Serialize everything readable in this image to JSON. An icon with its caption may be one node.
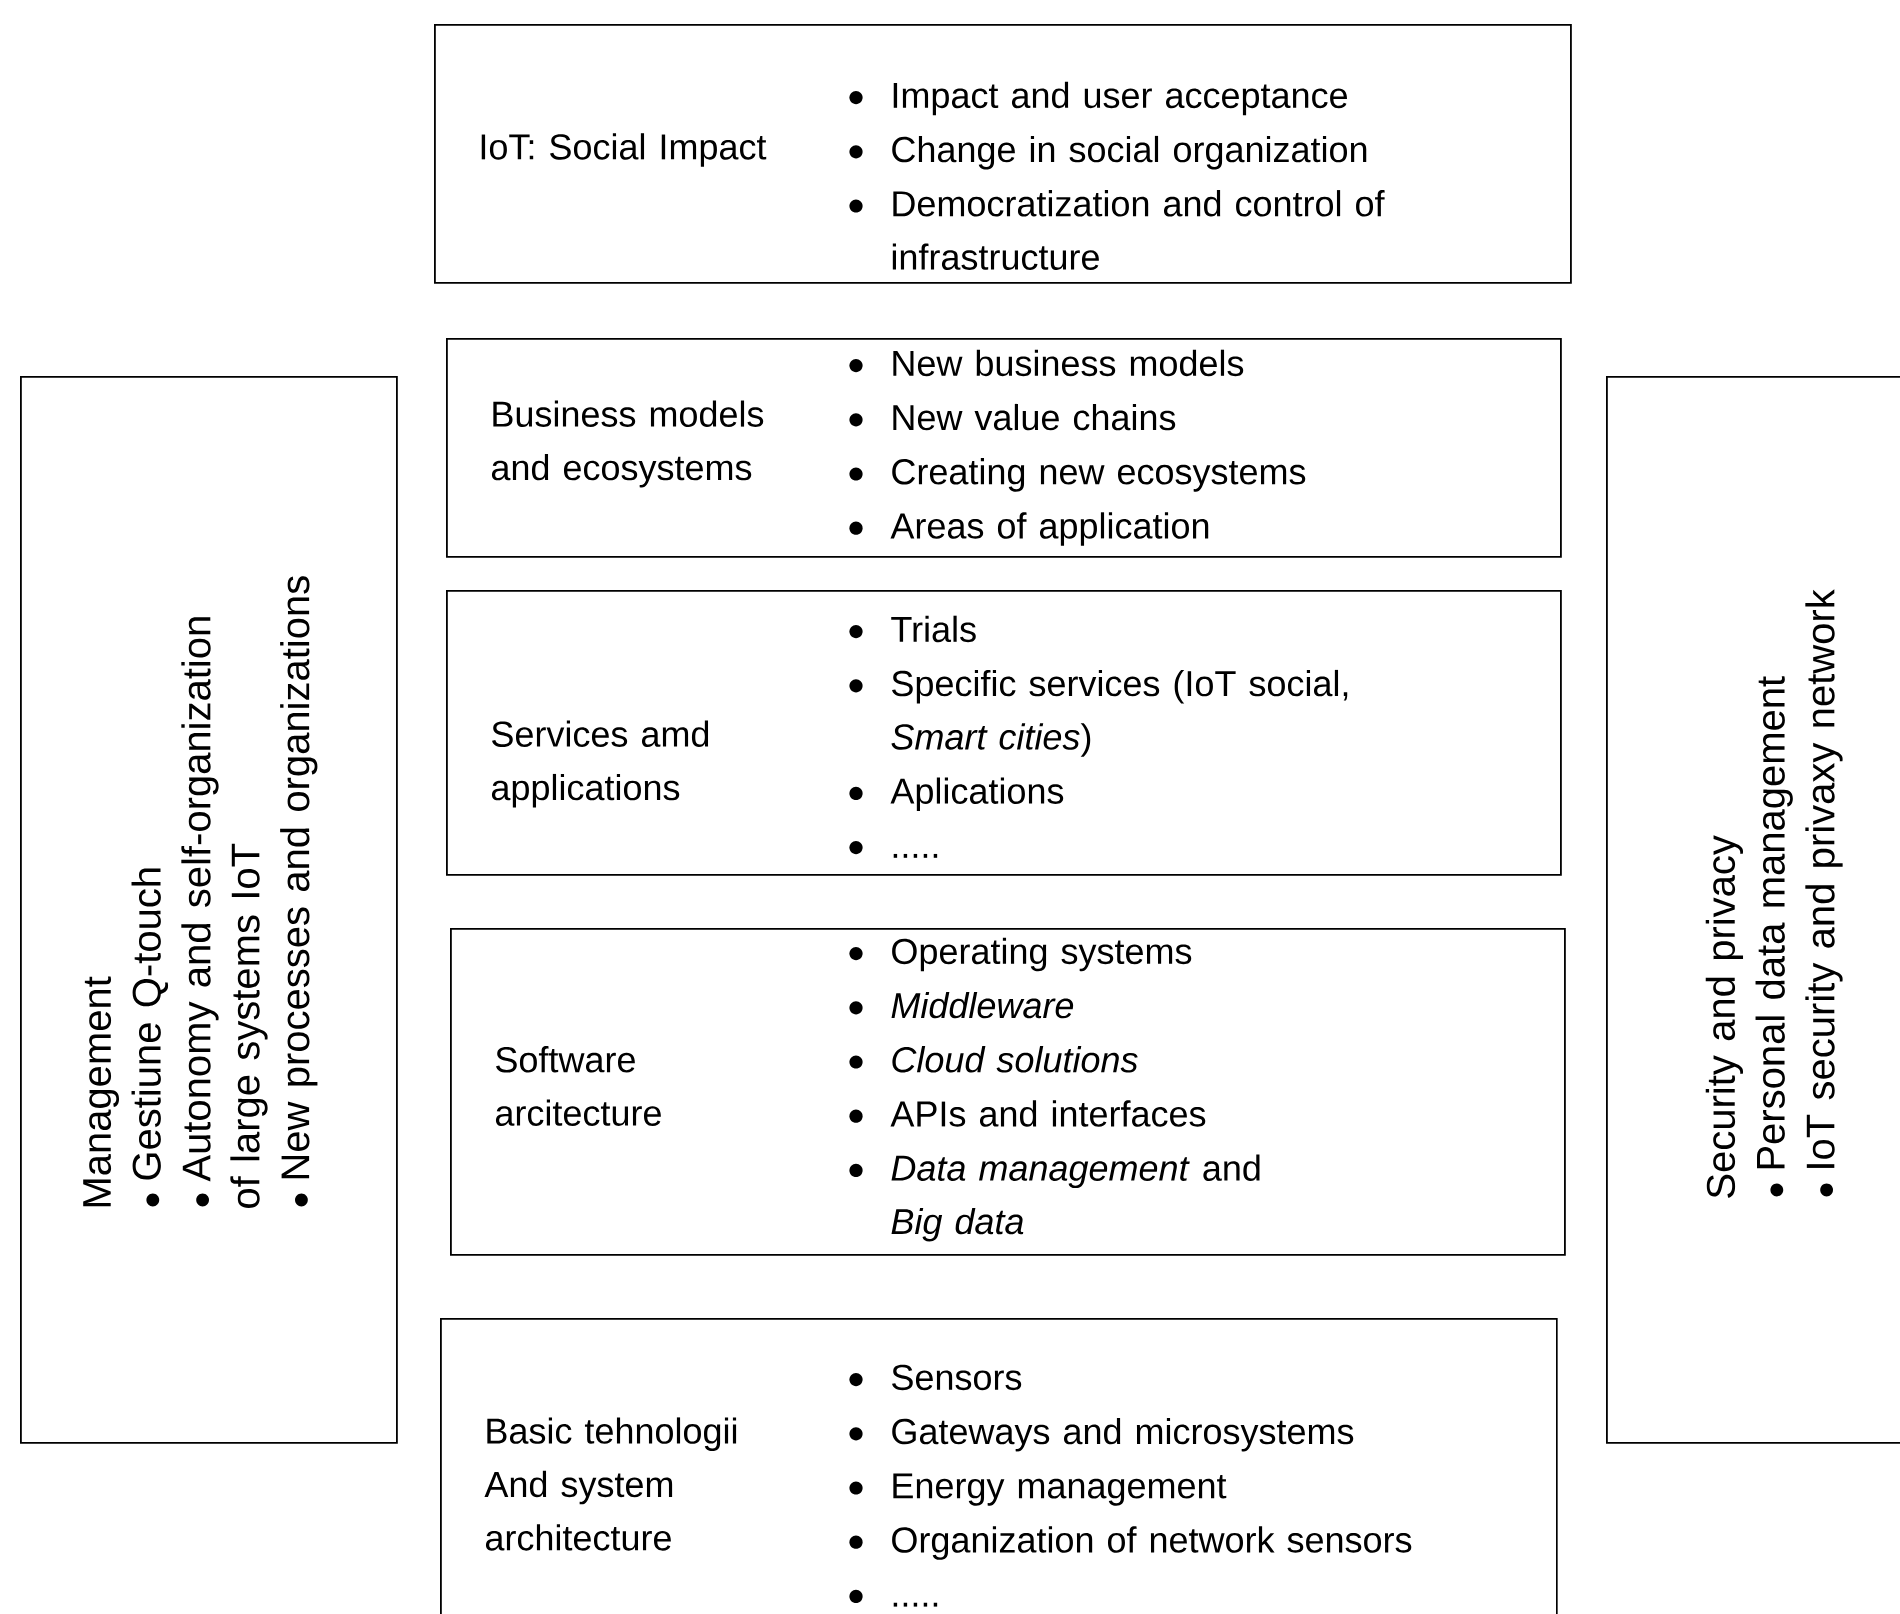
{
  "diagram": {
    "nodes": [
      {
        "text": [
          "IoT: Social Impact",
          "Impact and user acceptance",
          "Change in social organization",
          "Democratization and control of infrastructure"
        ]
      },
      {
        "text": [
          "Business models and ecosystems",
          "New business models",
          "New value chains",
          "Creating new ecosystems",
          "Areas of application"
        ]
      },
      {
        "text": [
          "Services amd applications",
          "Trials",
          "Specific services (IoT social, *Smart cities*)",
          "Aplications",
          "....."
        ]
      },
      {
        "text": [
          "Software arcitecture",
          "Operating systems",
          "Middleware",
          "Cloud solutions",
          "APIs and interfaces",
          "*Data management* and *Big data*"
        ]
      },
      {
        "text": [
          "Basic tehnologii And system architecture",
          "Sensors",
          "Gateways and microsystems",
          "Energy management",
          "Organization of network sensors",
          "....."
        ]
      },
      {
        "text": [
          "Management",
          "Gestiune Q-touch",
          "Autonomy and self-organization of large systems IoT",
          "New processes and organizations"
        ]
      },
      {
        "text": [
          "Security and privacy",
          "Personal data management",
          "IoT security and privaxy network"
        ]
      }
    ]
  }
}
